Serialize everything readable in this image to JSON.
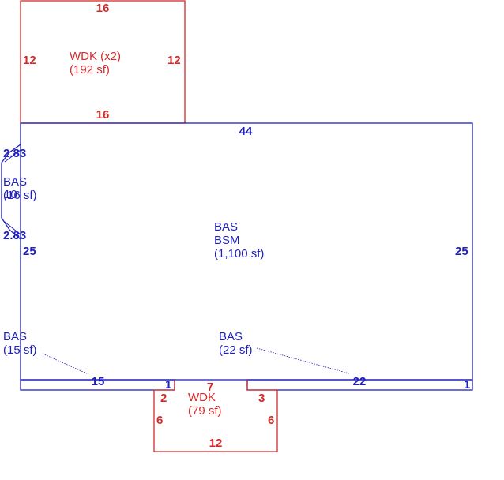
{
  "colors": {
    "main_area": "#1f1fbf",
    "deck_area": "#d42a2a",
    "background": "#ffffff"
  },
  "top_deck": {
    "name": "WDK (x2)",
    "area": "(192 sf)",
    "dim_top": "16",
    "dim_bottom": "16",
    "dim_left": "12",
    "dim_right": "12"
  },
  "main_house": {
    "name_1": "BAS",
    "name_2": "BSM",
    "area": "(1,100 sf)",
    "dim_top": "44",
    "dim_left": "25",
    "dim_right": "25"
  },
  "left_bay": {
    "name": "BAS",
    "area": "(16 sf)",
    "overlap": "10",
    "dim_upper": "2.83",
    "dim_lower": "2.83"
  },
  "left_strip": {
    "name": "BAS",
    "area": "(15 sf)",
    "dim_long": "15",
    "dim_short": "1"
  },
  "right_strip": {
    "name": "BAS",
    "area": "(22 sf)",
    "dim_long": "22",
    "dim_short": "1"
  },
  "bottom_deck": {
    "name": "WDK",
    "area": "(79 sf)",
    "dim_top": "7",
    "dim_bottom": "12",
    "dim_left_outer": "6",
    "dim_left_inner": "2",
    "dim_right_outer": "6",
    "dim_right_inner": "3"
  }
}
